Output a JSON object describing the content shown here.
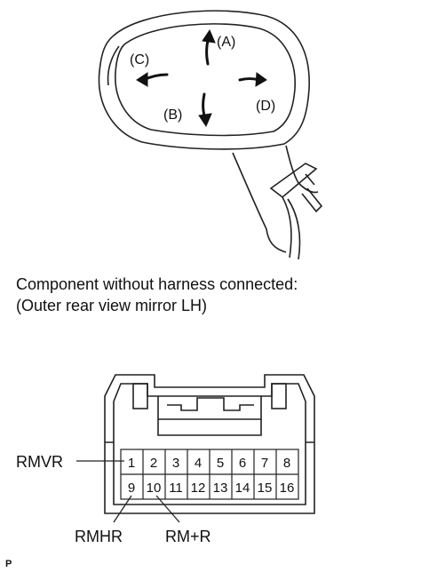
{
  "mirror": {
    "labels": {
      "a": "(A)",
      "b": "(B)",
      "c": "(C)",
      "d": "(D)"
    }
  },
  "caption": {
    "line1": "Component without harness connected:",
    "line2": "(Outer rear view mirror LH)"
  },
  "connector": {
    "pins_top": [
      "1",
      "2",
      "3",
      "4",
      "5",
      "6",
      "7",
      "8"
    ],
    "pins_bottom": [
      "9",
      "10",
      "11",
      "12",
      "13",
      "14",
      "15",
      "16"
    ],
    "wires": {
      "rmvr": "RMVR",
      "rmhr": "RMHR",
      "rmr": "RM+R"
    }
  },
  "corner_mark": "P"
}
